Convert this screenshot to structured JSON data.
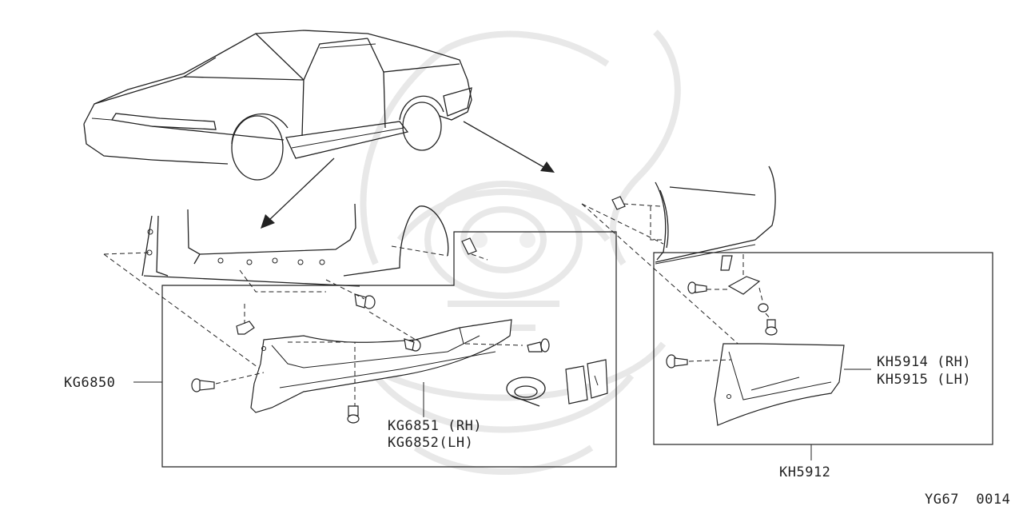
{
  "diagram": {
    "code": "YG67  0014",
    "labels": {
      "kg6850": "KG6850",
      "kg6851": "KG6851 (RH)",
      "kg6852": "KG6852(LH)",
      "kh5914": "KH5914 (RH)",
      "kh5915": "KH5915 (LH)",
      "kh5912": "KH5912"
    }
  }
}
